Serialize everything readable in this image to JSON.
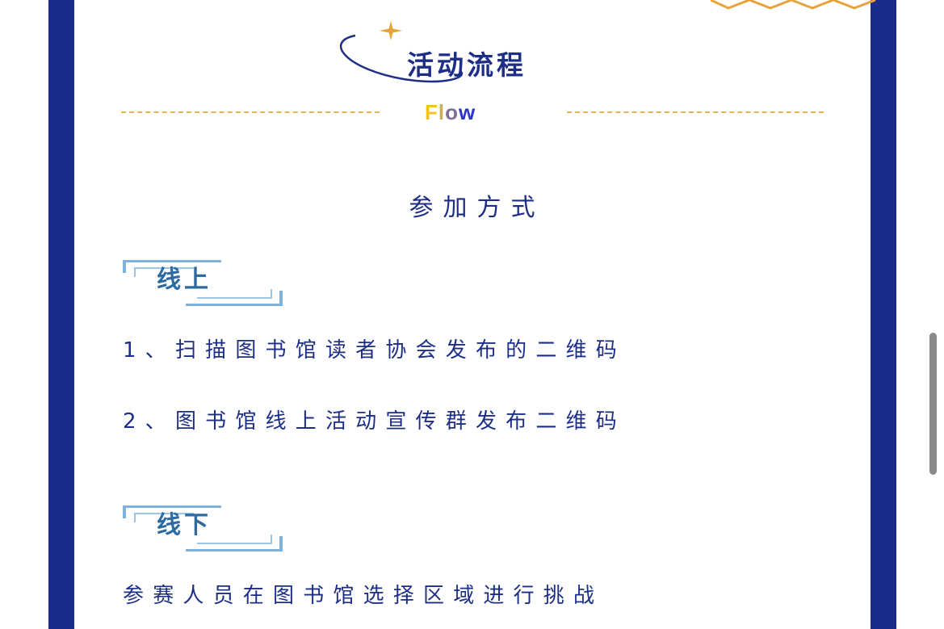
{
  "header": {
    "title": "活动流程",
    "subtitle_letters": [
      "F",
      "l",
      "o",
      "w"
    ],
    "subtitle": "Flow",
    "icons": {
      "star": "four-point-star-icon",
      "orbit": "orbit-arc-icon"
    }
  },
  "colors": {
    "frame": "#1a2a8c",
    "title": "#1d2e86",
    "accent_gold": "#e2b458",
    "badge_text": "#2d6aa0",
    "badge_border": "#7fb1d9"
  },
  "section": {
    "title": "参加方式",
    "online": {
      "label": "线上",
      "lines": [
        "1、扫描图书馆读者协会发布的二维码",
        "2、图书馆线上活动宣传群发布二维码"
      ]
    },
    "offline": {
      "label": "线下",
      "lines": [
        "参赛人员在图书馆选择区域进行挑战"
      ]
    }
  }
}
